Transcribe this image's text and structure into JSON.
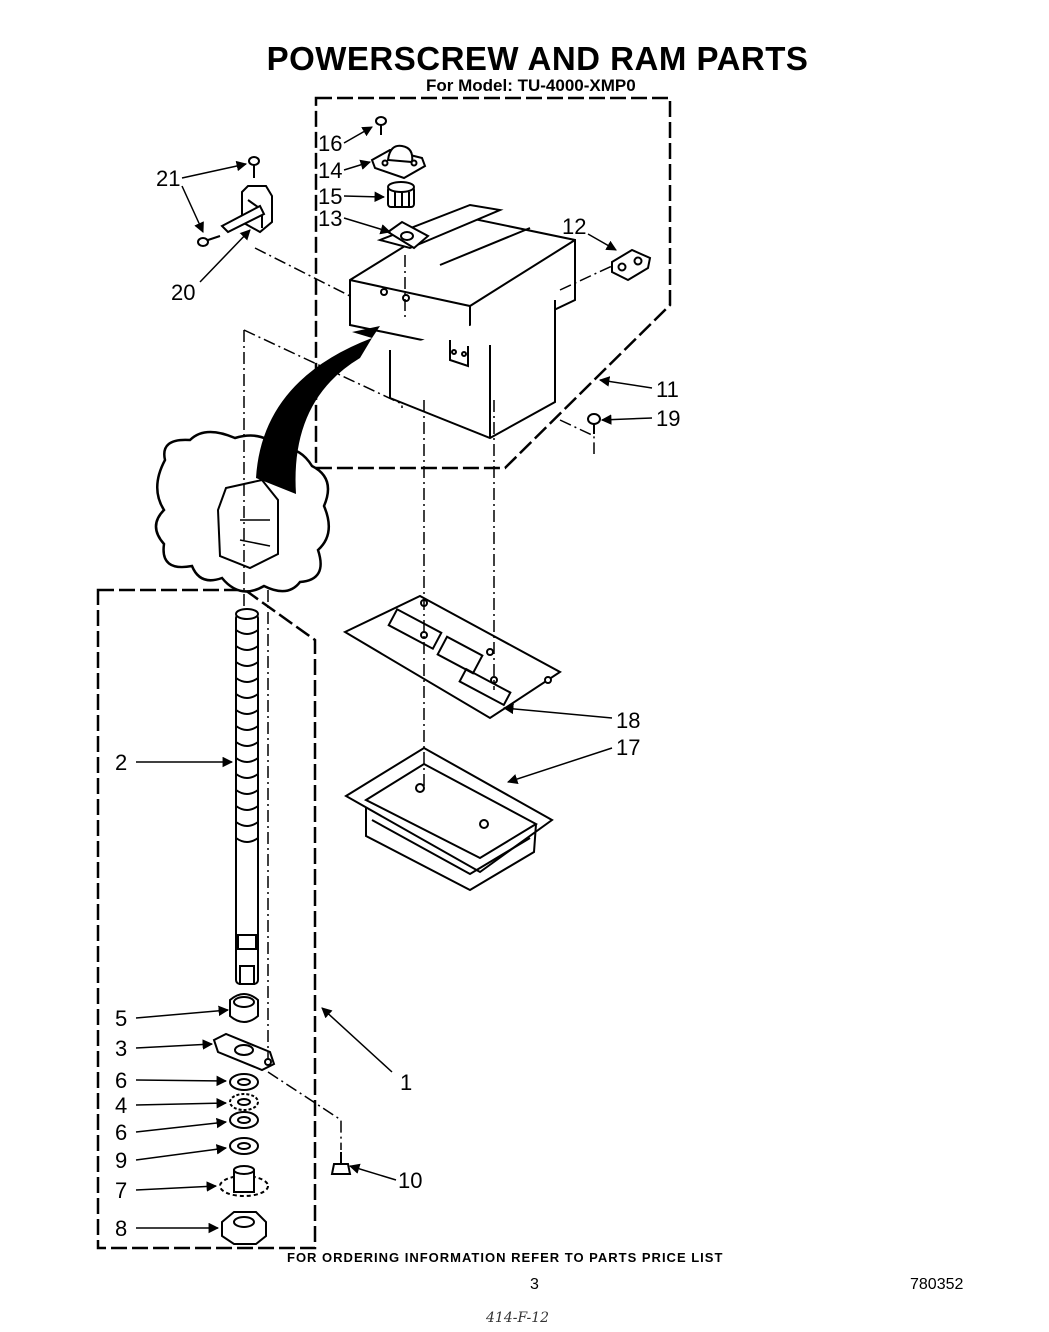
{
  "title": "POWERSCREW AND RAM PARTS",
  "subtitle": "For Model: TU-4000-XMP0",
  "footer": "FOR ORDERING INFORMATION REFER TO PARTS PRICE LIST",
  "page_number": "3",
  "doc_number": "780352",
  "handwritten_note": "414-F-12",
  "callouts": {
    "c1": "1",
    "c2": "2",
    "c3": "3",
    "c4": "4",
    "c5": "5",
    "c6a": "6",
    "c6b": "6",
    "c7": "7",
    "c8": "8",
    "c9": "9",
    "c10": "10",
    "c11": "11",
    "c12": "12",
    "c13": "13",
    "c14": "14",
    "c15": "15",
    "c16": "16",
    "c17": "17",
    "c18": "18",
    "c19": "19",
    "c20": "20",
    "c21": "21"
  }
}
